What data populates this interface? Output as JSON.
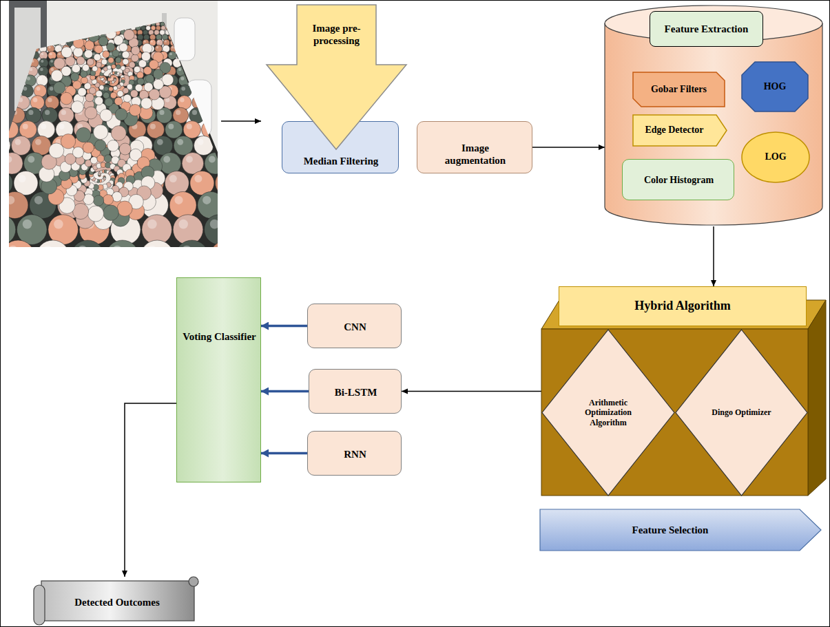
{
  "diagram": {
    "nodes": [
      {
        "text": [
          "Image pre-processing"
        ]
      },
      {
        "text": [
          "Median Filtering"
        ]
      },
      {
        "text": [
          "Image augmentation"
        ]
      },
      {
        "text": [
          "Feature Extraction"
        ]
      },
      {
        "text": [
          "Gobar Filters"
        ],
        "in": 3
      },
      {
        "text": [
          "HOG"
        ],
        "in": 3
      },
      {
        "text": [
          "Edge Detector"
        ],
        "in": 3
      },
      {
        "text": [
          "LOG"
        ],
        "in": 3
      },
      {
        "text": [
          "Color Histogram"
        ],
        "in": 3
      },
      {
        "text": [
          "Hybrid Algorithm"
        ]
      },
      {
        "text": [
          "Arithmetic Optimization Algorithm"
        ],
        "in": 9
      },
      {
        "text": [
          "Dingo Optimizer"
        ],
        "in": 9
      },
      {
        "text": [
          "Voting Classifier"
        ]
      },
      {
        "text": [
          "CNN"
        ]
      },
      {
        "text": [
          "Bi-LSTM"
        ]
      },
      {
        "text": [
          "RNN"
        ]
      },
      {
        "text": [
          "Feature Selection"
        ]
      },
      {
        "text": [
          "Detected Outcomes"
        ]
      }
    ],
    "edges": [
      {
        "from": 2,
        "to": 3,
        "arrow": "to"
      },
      {
        "from": 3,
        "to": 9,
        "arrow": "to"
      },
      {
        "from": 9,
        "to": 14,
        "arrow": "to"
      },
      {
        "from": 13,
        "to": 12,
        "arrow": "to"
      },
      {
        "from": 14,
        "to": 12,
        "arrow": "to"
      },
      {
        "from": 15,
        "to": 12,
        "arrow": "to"
      },
      {
        "from": 12,
        "to": 17,
        "arrow": "to"
      }
    ]
  }
}
